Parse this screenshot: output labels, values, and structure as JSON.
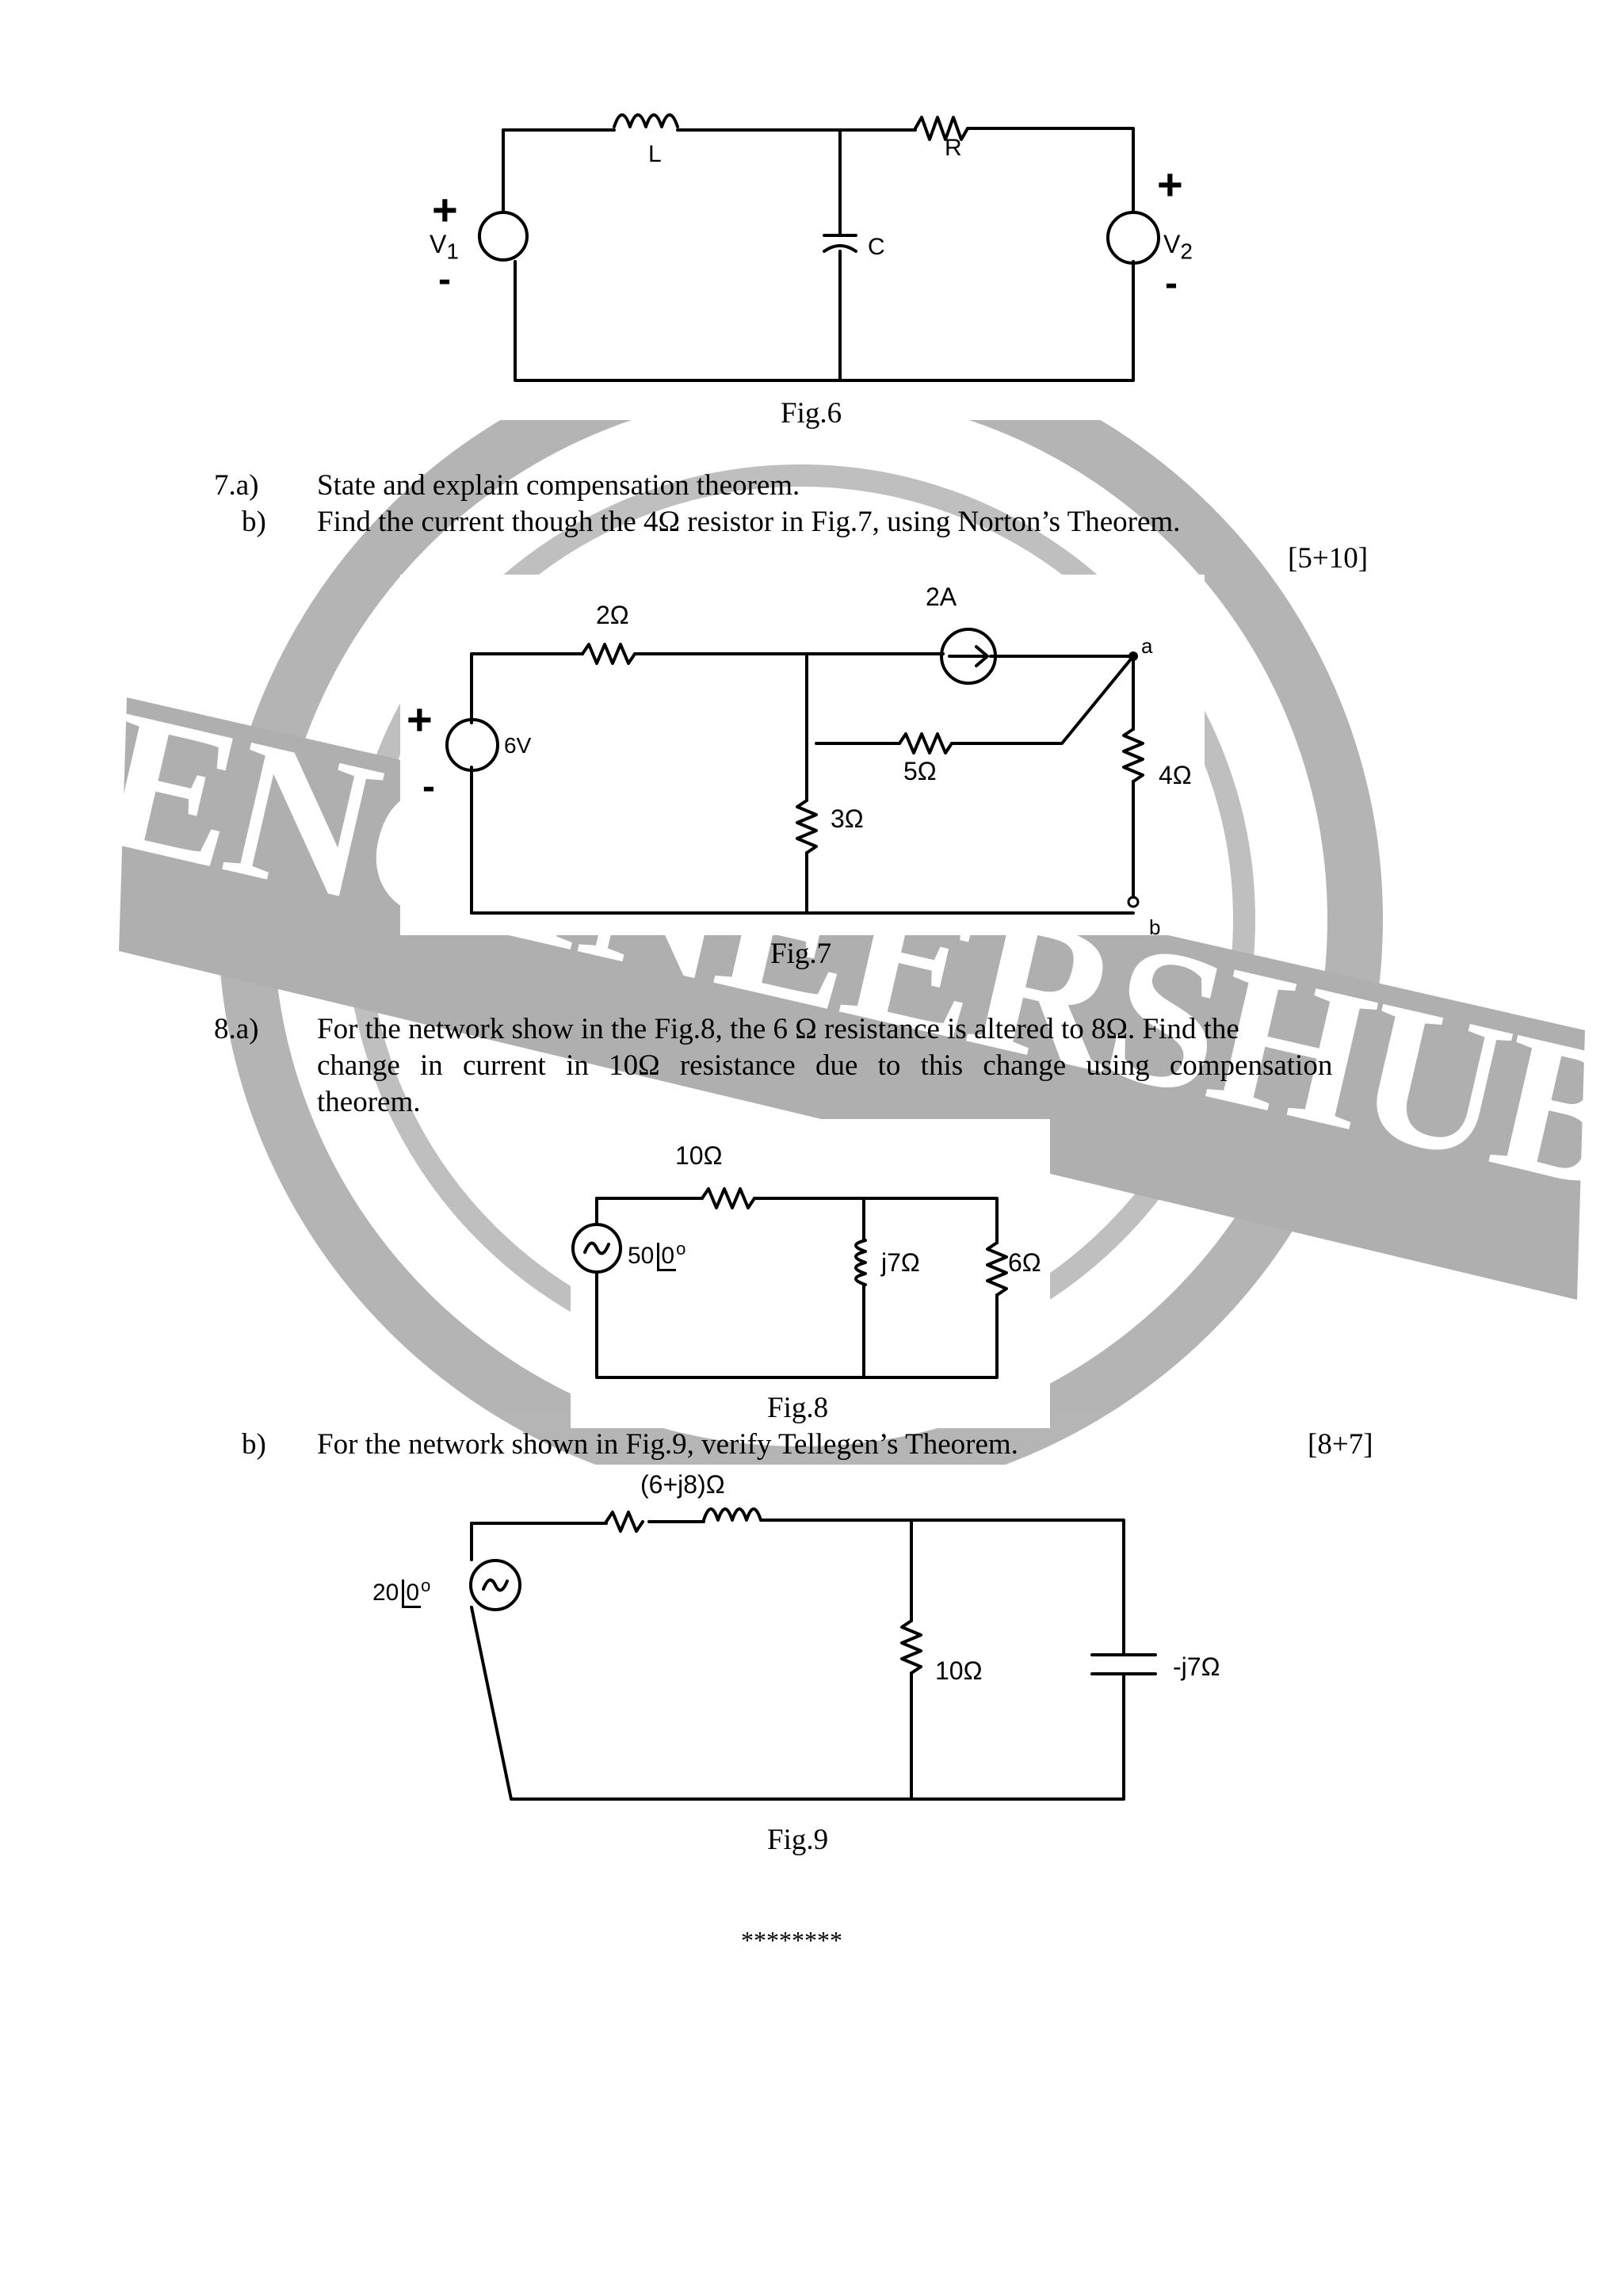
{
  "watermark": {
    "stamp_text": "ENGINEERSHUB",
    "color": "#a8a8a8"
  },
  "fig6": {
    "caption": "Fig.6",
    "labels": {
      "L": "L",
      "R": "R",
      "C": "C",
      "V1": "V",
      "V1_sub": "1",
      "V2": "V",
      "V2_sub": "2",
      "plus": "+",
      "minus": "-"
    }
  },
  "q7": {
    "a_num": "7.a)",
    "a_text": "State and explain compensation theorem.",
    "b_num": "b)",
    "b_text": "Find the current though the 4Ω resistor in Fig.7, using Norton’s Theorem.",
    "marks": "[5+10]"
  },
  "fig7": {
    "caption": "Fig.7",
    "labels": {
      "r2": "2Ω",
      "src": "2A",
      "a": "a",
      "b": "b",
      "v": "6V",
      "r5": "5Ω",
      "r3": "3Ω",
      "r4": "4Ω",
      "plus": "+",
      "minus": "-"
    }
  },
  "q8": {
    "a_num": "8.a)",
    "a_line1": "For the network show in the Fig.8, the 6 Ω resistance is altered to 8Ω. Find the",
    "a_line2": "change in current in 10Ω resistance due to this change using compensation",
    "a_line3": "theorem.",
    "b_num": "b)",
    "b_text": "For the network shown in Fig.9, verify Tellegen’s Theorem.",
    "marks": "[8+7]"
  },
  "fig8": {
    "caption": "Fig.8",
    "labels": {
      "r10": "10Ω",
      "src": "50",
      "angle": "0",
      "deg": "o",
      "xl": "j7Ω",
      "r6": "6Ω"
    }
  },
  "fig9": {
    "caption": "Fig.9",
    "labels": {
      "z": "(6+j8)Ω",
      "src": "20",
      "angle": "0",
      "deg": "o",
      "r10": "10Ω",
      "xc": "-j7Ω"
    }
  },
  "footer": {
    "stars": "********"
  }
}
